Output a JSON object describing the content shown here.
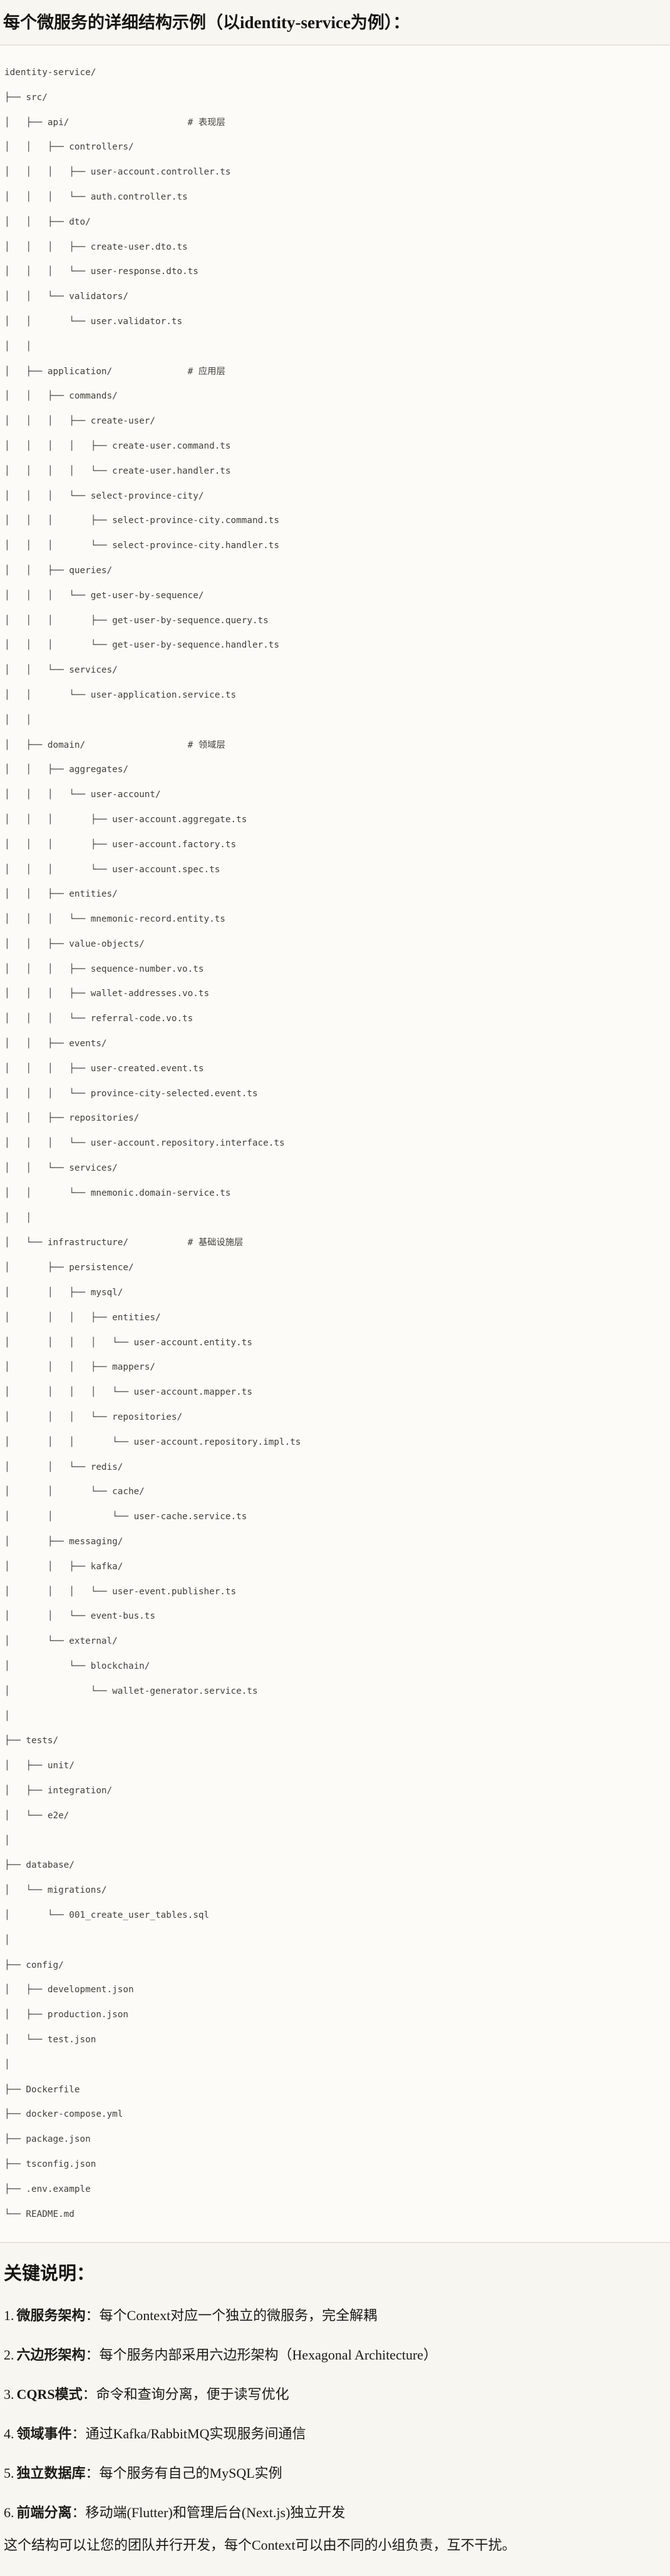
{
  "page": {
    "title": "每个微服务的详细结构示例（以identity-service为例）："
  },
  "tree": {
    "lines": [
      "identity-service/",
      "├── src/",
      "│   ├── api/                      # 表现层",
      "│   │   ├── controllers/",
      "│   │   │   ├── user-account.controller.ts",
      "│   │   │   └── auth.controller.ts",
      "│   │   ├── dto/",
      "│   │   │   ├── create-user.dto.ts",
      "│   │   │   └── user-response.dto.ts",
      "│   │   └── validators/",
      "│   │       └── user.validator.ts",
      "│   │",
      "│   ├── application/              # 应用层",
      "│   │   ├── commands/",
      "│   │   │   ├── create-user/",
      "│   │   │   │   ├── create-user.command.ts",
      "│   │   │   │   └── create-user.handler.ts",
      "│   │   │   └── select-province-city/",
      "│   │   │       ├── select-province-city.command.ts",
      "│   │   │       └── select-province-city.handler.ts",
      "│   │   ├── queries/",
      "│   │   │   └── get-user-by-sequence/",
      "│   │   │       ├── get-user-by-sequence.query.ts",
      "│   │   │       └── get-user-by-sequence.handler.ts",
      "│   │   └── services/",
      "│   │       └── user-application.service.ts",
      "│   │",
      "│   ├── domain/                   # 领域层",
      "│   │   ├── aggregates/",
      "│   │   │   └── user-account/",
      "│   │   │       ├── user-account.aggregate.ts",
      "│   │   │       ├── user-account.factory.ts",
      "│   │   │       └── user-account.spec.ts",
      "│   │   ├── entities/",
      "│   │   │   └── mnemonic-record.entity.ts",
      "│   │   ├── value-objects/",
      "│   │   │   ├── sequence-number.vo.ts",
      "│   │   │   ├── wallet-addresses.vo.ts",
      "│   │   │   └── referral-code.vo.ts",
      "│   │   ├── events/",
      "│   │   │   ├── user-created.event.ts",
      "│   │   │   └── province-city-selected.event.ts",
      "│   │   ├── repositories/",
      "│   │   │   └── user-account.repository.interface.ts",
      "│   │   └── services/",
      "│   │       └── mnemonic.domain-service.ts",
      "│   │",
      "│   └── infrastructure/           # 基础设施层",
      "│       ├── persistence/",
      "│       │   ├── mysql/",
      "│       │   │   ├── entities/",
      "│       │   │   │   └── user-account.entity.ts",
      "│       │   │   ├── mappers/",
      "│       │   │   │   └── user-account.mapper.ts",
      "│       │   │   └── repositories/",
      "│       │   │       └── user-account.repository.impl.ts",
      "│       │   └── redis/",
      "│       │       └── cache/",
      "│       │           └── user-cache.service.ts",
      "│       ├── messaging/",
      "│       │   ├── kafka/",
      "│       │   │   └── user-event.publisher.ts",
      "│       │   └── event-bus.ts",
      "│       └── external/",
      "│           └── blockchain/",
      "│               └── wallet-generator.service.ts",
      "│",
      "├── tests/",
      "│   ├── unit/",
      "│   ├── integration/",
      "│   └── e2e/",
      "│",
      "├── database/",
      "│   └── migrations/",
      "│       └── 001_create_user_tables.sql",
      "│",
      "├── config/",
      "│   ├── development.json",
      "│   ├── production.json",
      "│   └── test.json",
      "│",
      "├── Dockerfile",
      "├── docker-compose.yml",
      "├── package.json",
      "├── tsconfig.json",
      "├── .env.example",
      "└── README.md"
    ]
  },
  "notes": {
    "heading": "关键说明：",
    "items": [
      {
        "num": "1.",
        "term": "微服务架构",
        "desc": "：每个Context对应一个独立的微服务，完全解耦"
      },
      {
        "num": "2.",
        "term": "六边形架构",
        "desc": "：每个服务内部采用六边形架构（Hexagonal Architecture）"
      },
      {
        "num": "3.",
        "term": "CQRS模式",
        "desc": "：命令和查询分离，便于读写优化"
      },
      {
        "num": "4.",
        "term": "领域事件",
        "desc": "：通过Kafka/RabbitMQ实现服务间通信"
      },
      {
        "num": "5.",
        "term": "独立数据库",
        "desc": "：每个服务有自己的MySQL实例"
      },
      {
        "num": "6.",
        "term": "前端分离",
        "desc": "：移动端(Flutter)和管理后台(Next.js)独立开发"
      }
    ],
    "closing": "这个结构可以让您的团队并行开发，每个Context可以由不同的小组负责，互不干扰。"
  },
  "colors": {
    "page_background": "#f7f6f0",
    "code_background": "#fcfbf7",
    "code_border": "#e7e4db",
    "tree_text": "#403f3a",
    "body_text": "#1b1a16"
  }
}
